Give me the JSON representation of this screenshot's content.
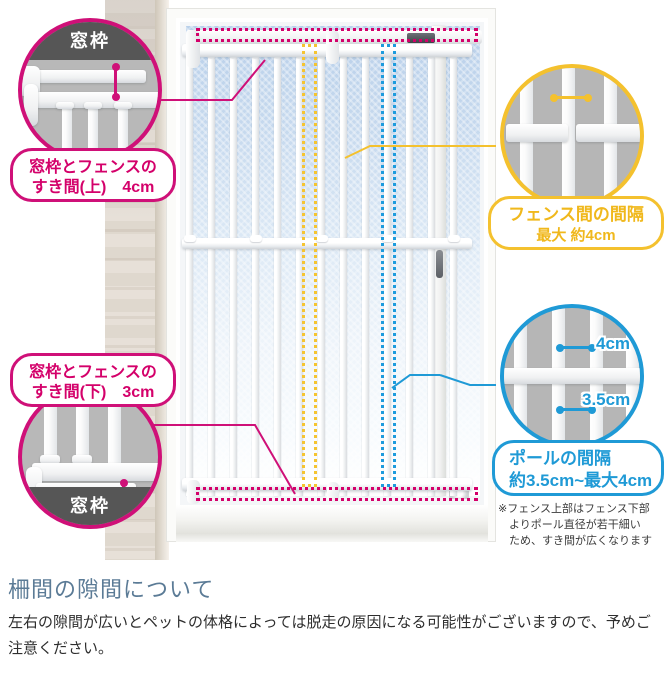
{
  "photo": {
    "alt_description": "pet-fence-installed-in-window-frame"
  },
  "callouts": [
    {
      "id": "gap-top",
      "color": "#cf1078",
      "band_position": "top",
      "band_label": "窓枠",
      "pill_line1": "窓枠とフェンスの",
      "pill_line2": "すき間(上)　4cm",
      "measurement": "4cm"
    },
    {
      "id": "fence-spacing",
      "color": "#f4c12e",
      "band_position": "none",
      "band_label": "",
      "pill_line1": "フェンス間の間隔",
      "pill_line2": "最大 約4cm",
      "measurement": "約4cm"
    },
    {
      "id": "gap-bottom",
      "color": "#cf1078",
      "band_position": "bottom",
      "band_label": "窓枠",
      "pill_line1": "窓枠とフェンスの",
      "pill_line2": "すき間(下)　3cm",
      "measurement": "3cm"
    },
    {
      "id": "pole-spacing",
      "color": "#1f9ad6",
      "band_position": "none",
      "band_label": "",
      "pill_line1": "ポールの間隔",
      "pill_line2": "約3.5cm~最大4cm",
      "measurement_upper": "4cm",
      "measurement_lower": "3.5cm"
    }
  ],
  "note": {
    "text": "※フェンス上部はフェンス下部\n　よりポール直径が若干細い\n　ため、すき間が広くなります"
  },
  "bottom": {
    "title": "柵間の隙間について",
    "body": "左右の隙間が広いとペットの体格によっては脱走の原因になる可能性がございますので、予めご注意ください。"
  },
  "colors": {
    "pink": "#cf1078",
    "pink_text": "#d4006a",
    "yellow": "#f4c12e",
    "yellow_text": "#f0b81c",
    "blue": "#1f9ad6",
    "band_gray": "#565656",
    "title_blue": "#5b7b96"
  }
}
